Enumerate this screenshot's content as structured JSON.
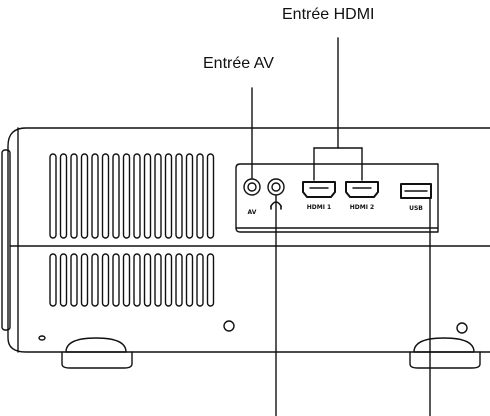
{
  "callouts": {
    "hdmi_input": "Entrée HDMI",
    "av_input": "Entrée AV"
  },
  "port_labels": {
    "av": "AV",
    "hdmi1": "HDMI 1",
    "hdmi2": "HDMI 2",
    "usb": "USB"
  },
  "colors": {
    "line": "#111111",
    "background": "#ffffff"
  },
  "icons": {
    "headphone_jack": "headphone-icon"
  }
}
